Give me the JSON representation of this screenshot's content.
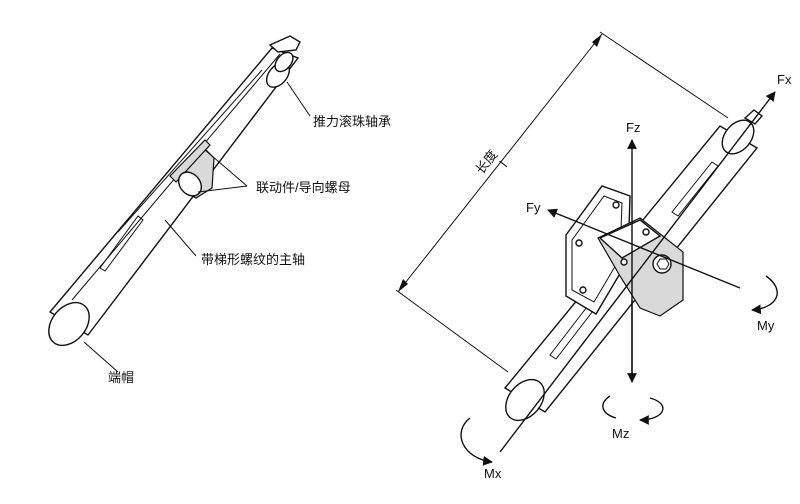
{
  "left": {
    "labels": {
      "thrust_bearing": "推力滚珠轴承",
      "follower_nut": "联动件/导向螺母",
      "spindle": "带梯形螺纹的主轴",
      "end_cap": "端帽"
    }
  },
  "right": {
    "length_label": "长度",
    "length_symbol": "l",
    "axes": {
      "fx": "Fx",
      "fy": "Fy",
      "fz": "Fz",
      "mx": "Mx",
      "my": "My",
      "mz": "Mz"
    }
  }
}
